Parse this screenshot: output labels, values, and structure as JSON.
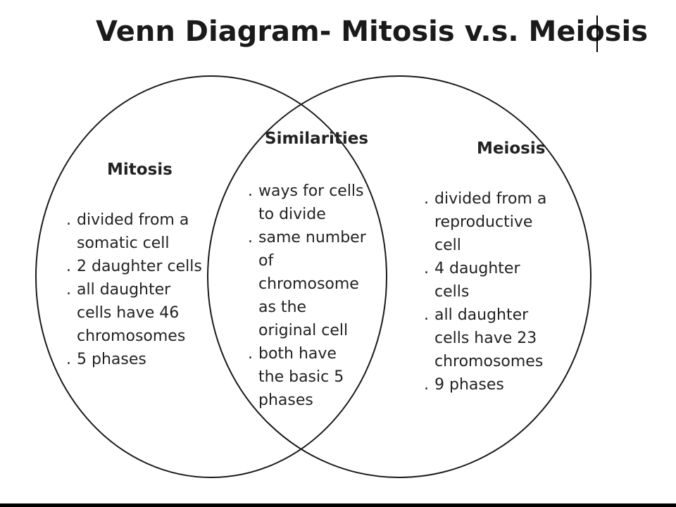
{
  "title": "Venn Diagram- Mitosis v.s. Meiosis",
  "colors": {
    "outline": "#1a1a1a",
    "text": "#222222",
    "background": "#ffffff"
  },
  "mitosis": {
    "label": "Mitosis",
    "items": [
      "divided from a\nsomatic cell",
      "2 daughter cells",
      "all daughter\ncells have 46\nchromosomes",
      "5 phases"
    ]
  },
  "similarities": {
    "label": "Similarities",
    "items": [
      "ways for cells\nto divide",
      "same number\nof\nchromosome\nas the\noriginal cell",
      "both have\nthe basic 5\nphases"
    ]
  },
  "meiosis": {
    "label": "Meiosis",
    "items": [
      "divided from a\nreproductive\ncell",
      "4 daughter\ncells",
      "all daughter\ncells have 23\nchromosomes",
      "9 phases"
    ]
  }
}
